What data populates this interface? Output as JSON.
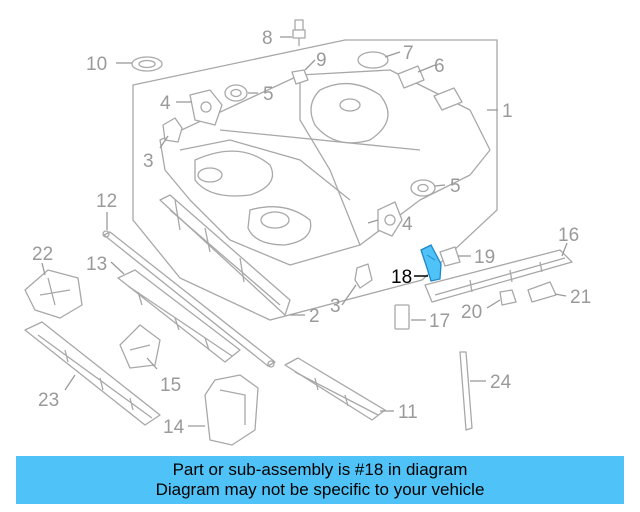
{
  "banner": {
    "line1": "Part or sub-assembly is #18 in diagram",
    "line2": "Diagram may not be specific to your vehicle",
    "color": "#4fc3f7"
  },
  "highlight_color": "#4fc3f7",
  "callouts": {
    "c1": "1",
    "c2": "2",
    "c3a": "3",
    "c3b": "3",
    "c4a": "4",
    "c4b": "4",
    "c5a": "5",
    "c5b": "5",
    "c6": "6",
    "c7": "7",
    "c8": "8",
    "c9": "9",
    "c10": "10",
    "c11": "11",
    "c12": "12",
    "c13": "13",
    "c14": "14",
    "c15": "15",
    "c16": "16",
    "c17": "17",
    "c18": "18",
    "c19": "19",
    "c20": "20",
    "c21": "21",
    "c22": "22",
    "c23": "23",
    "c24": "24"
  }
}
